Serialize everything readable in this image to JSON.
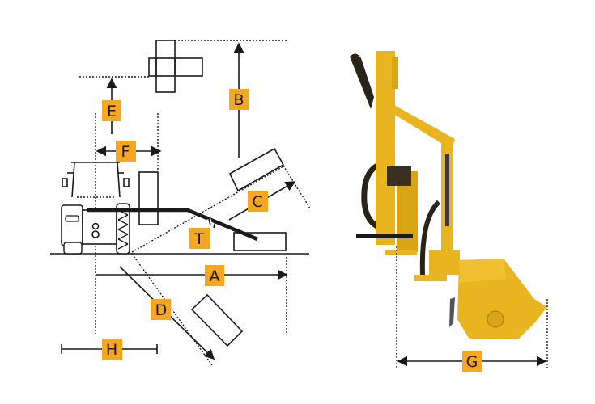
{
  "colors": {
    "label_bg": "#f5a623",
    "machine_yellow": "#e8b520",
    "machine_dark": "#2a2418"
  },
  "labels": {
    "A": "A",
    "B": "B",
    "C": "C",
    "D": "D",
    "E": "E",
    "F": "F",
    "G": "G",
    "H": "H",
    "T": "T"
  }
}
